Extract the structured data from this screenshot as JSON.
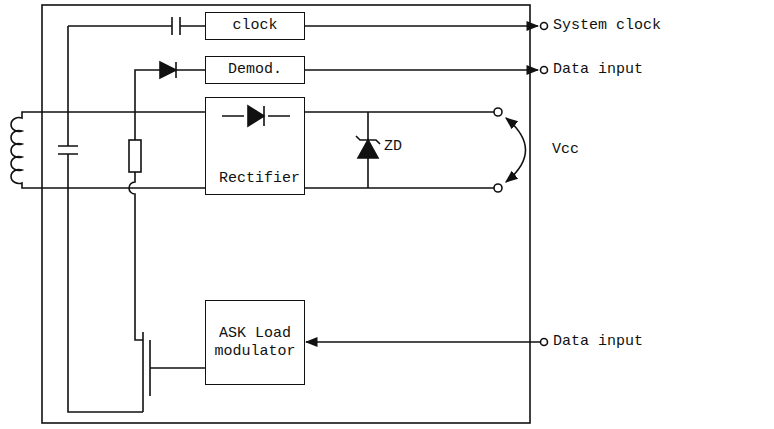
{
  "diagram": {
    "nodes": [
      {
        "text": [
          "clock"
        ]
      },
      {
        "text": [
          "Demod."
        ]
      },
      {
        "text": [
          "Rectifier"
        ]
      },
      {
        "text": [
          "ASK Load modulator"
        ]
      }
    ],
    "labels": [
      "System clock",
      "Data input",
      "ZD",
      "Vcc",
      "Data input"
    ]
  }
}
